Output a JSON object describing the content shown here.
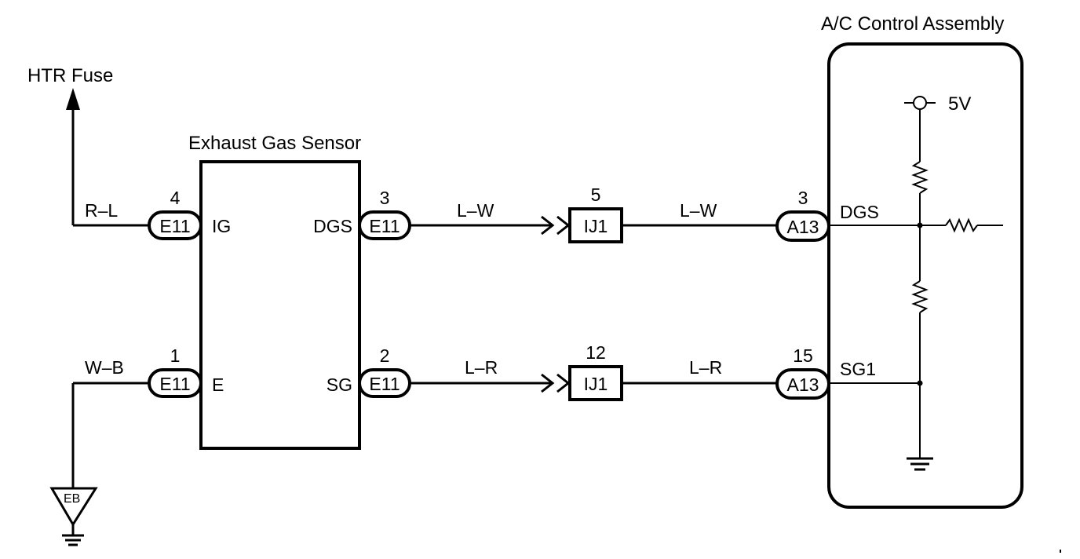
{
  "title_ac": "A/C Control Assembly",
  "title_sensor": "Exhaust Gas Sensor",
  "htr_fuse": "HTR Fuse",
  "supply_5v": "5V",
  "ground_ref": "EB",
  "wires": {
    "rl": "R–L",
    "wb": "W–B",
    "lw_left": "L–W",
    "lw_right": "L–W",
    "lr_left": "L–R",
    "lr_right": "L–R"
  },
  "sensor_pins": {
    "ig": "IG",
    "e": "E",
    "dgs": "DGS",
    "sg": "SG"
  },
  "ac_pins": {
    "dgs": "DGS",
    "sg1": "SG1"
  },
  "connectors": {
    "e11_ig": {
      "pin": "4",
      "name": "E11"
    },
    "e11_e": {
      "pin": "1",
      "name": "E11"
    },
    "e11_dgs": {
      "pin": "3",
      "name": "E11"
    },
    "e11_sg": {
      "pin": "2",
      "name": "E11"
    },
    "ij1_top": {
      "pin": "5",
      "name": "IJ1"
    },
    "ij1_bot": {
      "pin": "12",
      "name": "IJ1"
    },
    "a13_top": {
      "pin": "3",
      "name": "A13"
    },
    "a13_bot": {
      "pin": "15",
      "name": "A13"
    }
  }
}
